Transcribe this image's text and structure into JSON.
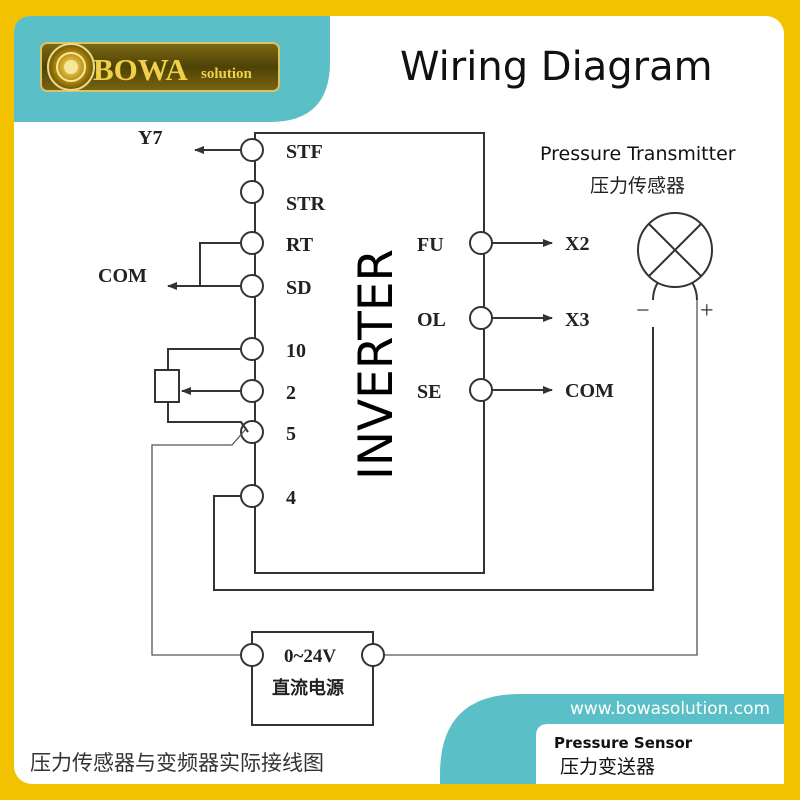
{
  "brand": {
    "logo_text": "BOWA",
    "logo_sub": "solution"
  },
  "header": {
    "title": "Wiring Diagram"
  },
  "inverter": {
    "label": "INVERTER",
    "left_terminals": [
      "STF",
      "STR",
      "RT",
      "SD",
      "10",
      "2",
      "5",
      "4"
    ],
    "right_terminals": [
      "FU",
      "OL",
      "SE"
    ]
  },
  "connections": {
    "y7": "Y7",
    "com_left": "COM",
    "x2": "X2",
    "x3": "X3",
    "com_right": "COM"
  },
  "transmitter": {
    "title": "Pressure Transmitter",
    "title_cn": "压力传感器",
    "minus": "−",
    "plus": "+"
  },
  "power_supply": {
    "voltage": "0~24V",
    "label_cn": "直流电源"
  },
  "footer": {
    "caption_cn": "压力传感器与变频器实际接线图",
    "website": "www.bowasolution.com",
    "sensor_en": "Pressure Sensor",
    "sensor_cn": "压力变送器"
  },
  "colors": {
    "frame_yellow": "#f2c200",
    "teal": "#5bbfc7",
    "line": "#333333"
  }
}
